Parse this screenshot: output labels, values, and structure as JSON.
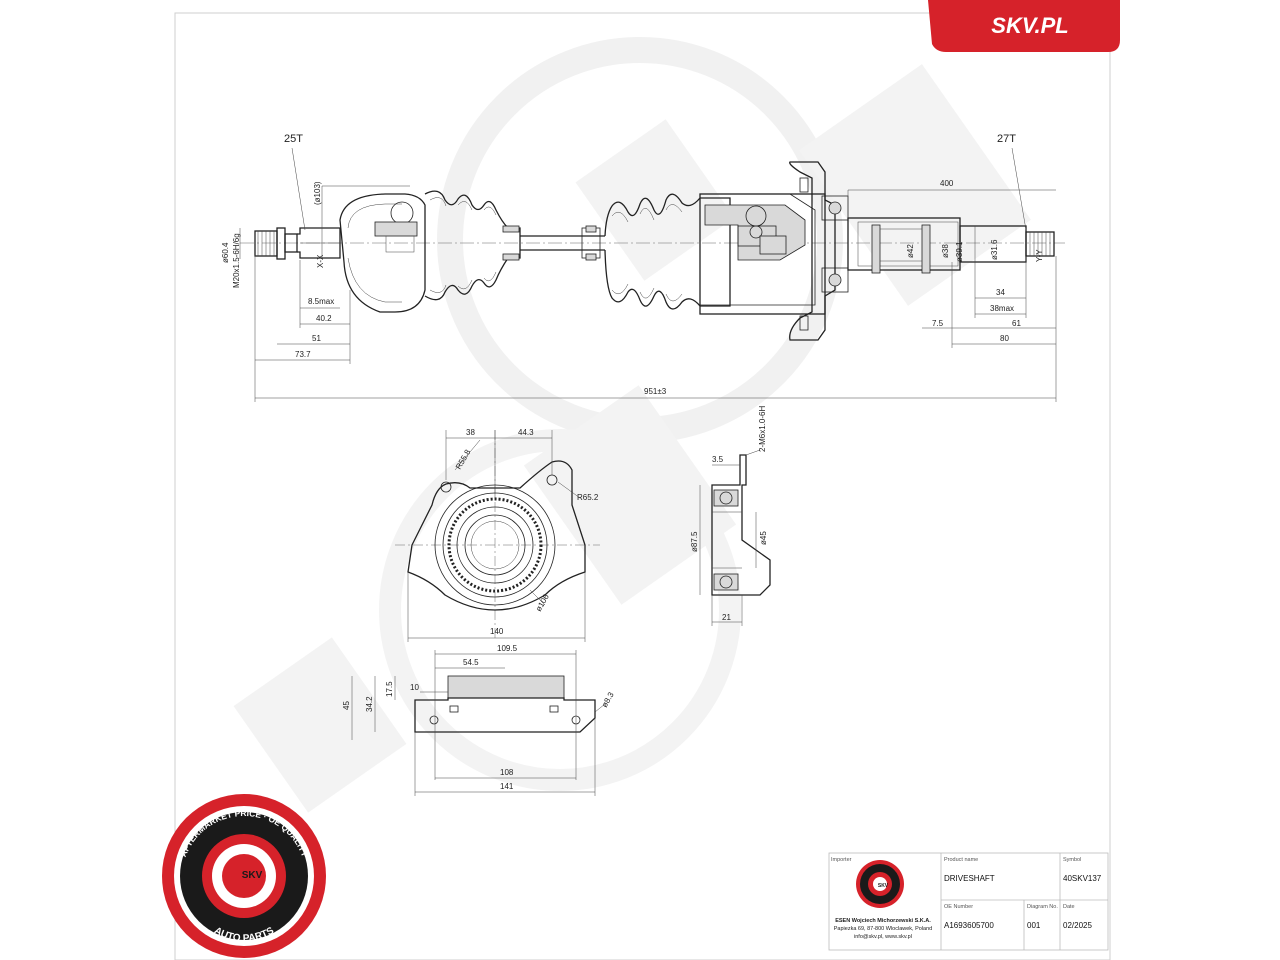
{
  "brand": {
    "site_logo": "SKV.PL",
    "accent_color": "#d6222a",
    "seal_ring_text": "AFTERMARKET PRICE · OE QUALITY",
    "seal_bottom_text": "AUTO PARTS",
    "seal_center_text": "SKV"
  },
  "shaft": {
    "label_left": "25T",
    "label_right": "27T",
    "dims": {
      "d_103": "(ø103)",
      "d_60_4": "ø60.4",
      "thread": "M20x1.5-6H/6g",
      "section_x": "X-X",
      "section_y": "Y-Y",
      "len_8_5": "8.5max",
      "len_40_2": "40.2",
      "len_51": "51",
      "len_73_7": "73.7",
      "total": "951±3",
      "len_400": "400",
      "d_42": "ø42",
      "d_38": "ø38",
      "d_39_1": "ø39.1",
      "d_31_6": "ø31.6",
      "len_34": "34",
      "len_38max": "38max",
      "len_7_5": "7.5",
      "len_61": "61",
      "len_80": "80"
    }
  },
  "bearing_front": {
    "d_38": "38",
    "d_44_3": "44.3",
    "r_55_8": "R55.8",
    "r_65_2": "R65.2",
    "d_106": "ø106",
    "w_140": "140"
  },
  "bearing_side": {
    "thread": "2-M6x1.0-6H",
    "d_3_5": "3.5",
    "d_87_5": "ø87.5",
    "d_45": "ø45",
    "w_21": "21"
  },
  "bracket_view": {
    "d_109_5": "109.5",
    "d_54_5": "54.5",
    "d_10": "10",
    "h_17_5": "17.5",
    "h_34_2": "34.2",
    "h_45": "45",
    "d_8_3": "ø8.3",
    "w_108": "108",
    "w_141": "141"
  },
  "title_block": {
    "importer_label": "Importer",
    "product_name_label": "Product name",
    "product_name": "DRIVESHAFT",
    "symbol_label": "Symbol",
    "symbol": "40SKV137",
    "oe_number_label": "OE Number",
    "oe_number": "A1693605700",
    "diagram_no_label": "Diagram No.",
    "diagram_no": "001",
    "date_label": "Date",
    "date": "02/2025",
    "importer_name": "ESEN Wojciech Michorzewski S.K.A.",
    "importer_address": "Papiezka 69, 87-800 Wloclawek, Poland",
    "importer_contact": "info@skv.pl, www.skv.pl"
  }
}
